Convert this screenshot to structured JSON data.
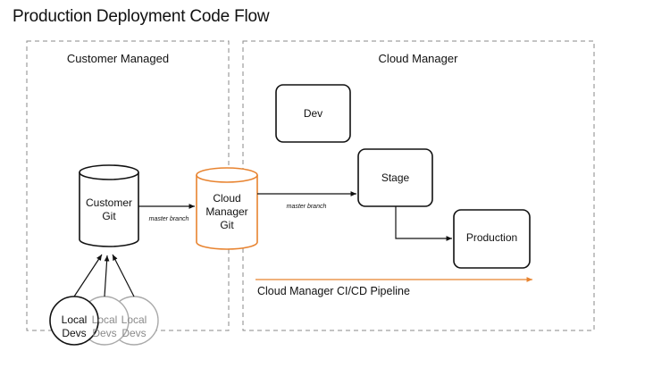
{
  "title": "Production Deployment Code Flow",
  "regions": {
    "customer": "Customer Managed",
    "cloud": "Cloud Manager"
  },
  "nodes": {
    "customer_git": [
      "Customer",
      "Git"
    ],
    "cloud_git": [
      "Cloud",
      "Manager",
      "Git"
    ],
    "dev": "Dev",
    "stage": "Stage",
    "production": "Production",
    "local_devs": [
      [
        "Local",
        "Devs"
      ],
      [
        "Local",
        "Devs"
      ],
      [
        "Local",
        "Devs"
      ]
    ]
  },
  "edges": {
    "customer_to_cloud": "master branch",
    "cloud_to_stage": "master branch"
  },
  "pipeline_label": "Cloud Manager CI/CD Pipeline",
  "colors": {
    "accent": "#e8832f",
    "line": "#111111",
    "dashed": "#888888"
  }
}
